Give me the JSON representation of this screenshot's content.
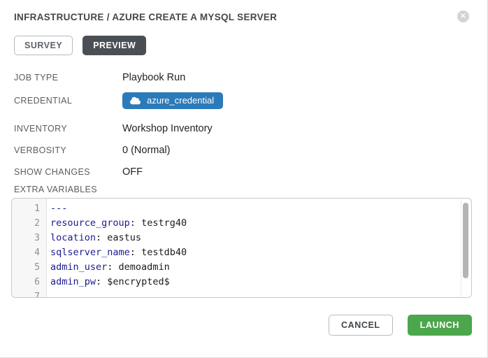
{
  "header": {
    "title": "INFRASTRUCTURE / AZURE CREATE A MYSQL SERVER",
    "close_glyph": "✕"
  },
  "tabs": {
    "survey": "SURVEY",
    "preview": "PREVIEW",
    "active": "PREVIEW"
  },
  "fields": {
    "job_type": {
      "label": "JOB TYPE",
      "value": "Playbook Run"
    },
    "credential": {
      "label": "CREDENTIAL",
      "value": "azure_credential",
      "icon": "cloud-icon"
    },
    "inventory": {
      "label": "INVENTORY",
      "value": "Workshop Inventory"
    },
    "verbosity": {
      "label": "VERBOSITY",
      "value": "0 (Normal)"
    },
    "show_changes": {
      "label": "SHOW CHANGES",
      "value": "OFF"
    }
  },
  "extra_variables": {
    "label": "EXTRA VARIABLES",
    "separator": ": ",
    "lines": [
      {
        "num": "1",
        "key": "---"
      },
      {
        "num": "2",
        "key": "resource_group",
        "value": "testrg40"
      },
      {
        "num": "3",
        "key": "location",
        "value": "eastus"
      },
      {
        "num": "4",
        "key": "sqlserver_name",
        "value": "testdb40"
      },
      {
        "num": "5",
        "key": "admin_user",
        "value": "demoadmin"
      },
      {
        "num": "6",
        "key": "admin_pw",
        "value": "$encrypted$"
      },
      {
        "num": "7"
      }
    ]
  },
  "footer": {
    "cancel": "CANCEL",
    "launch": "LAUNCH"
  },
  "colors": {
    "badge_blue": "#2b7ab9",
    "launch_green": "#4ca64c",
    "active_tab": "#4a4f55",
    "code_key": "#1c1c90"
  }
}
